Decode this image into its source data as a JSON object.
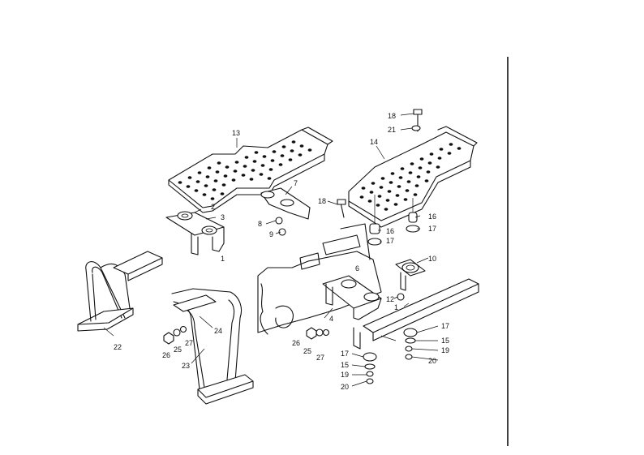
{
  "diagram": {
    "callouts": {
      "p1a": "1",
      "p1b": "1",
      "p2": "2",
      "p3": "3",
      "p4": "4",
      "p6": "6",
      "p7": "7",
      "p8": "8",
      "p9": "9",
      "p10": "10",
      "p12": "12",
      "p13": "13",
      "p14": "14",
      "p15a": "15",
      "p15b": "15",
      "p16a": "16",
      "p16b": "16",
      "p17a": "17",
      "p17b": "17",
      "p17c": "17",
      "p17d": "17",
      "p18a": "18",
      "p18b": "18",
      "p19a": "19",
      "p19b": "19",
      "p20a": "20",
      "p20b": "20",
      "p21": "21",
      "p22": "22",
      "p23": "23",
      "p24": "24",
      "p25a": "25",
      "p25b": "25",
      "p26a": "26",
      "p26b": "26",
      "p27a": "27",
      "p27b": "27"
    }
  }
}
